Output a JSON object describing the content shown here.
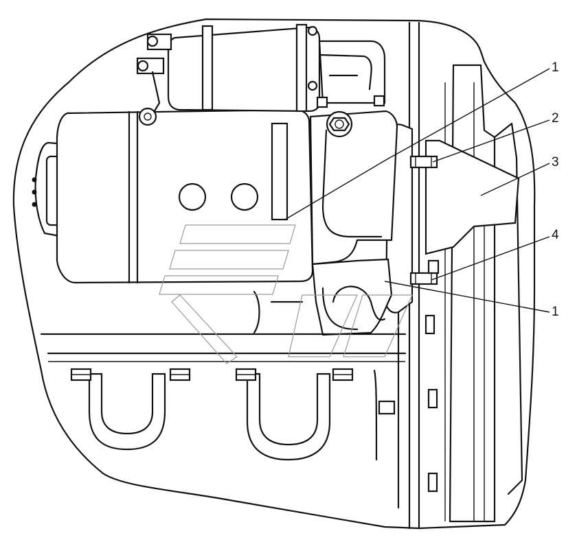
{
  "callouts": [
    {
      "id": "c1-top",
      "label": "1"
    },
    {
      "id": "c2",
      "label": "2"
    },
    {
      "id": "c3",
      "label": "3"
    },
    {
      "id": "c4",
      "label": "4"
    },
    {
      "id": "c1-bottom",
      "label": "1"
    }
  ],
  "colors": {
    "ink": "#111111",
    "paper": "#ffffff",
    "watermark": "#999999"
  }
}
